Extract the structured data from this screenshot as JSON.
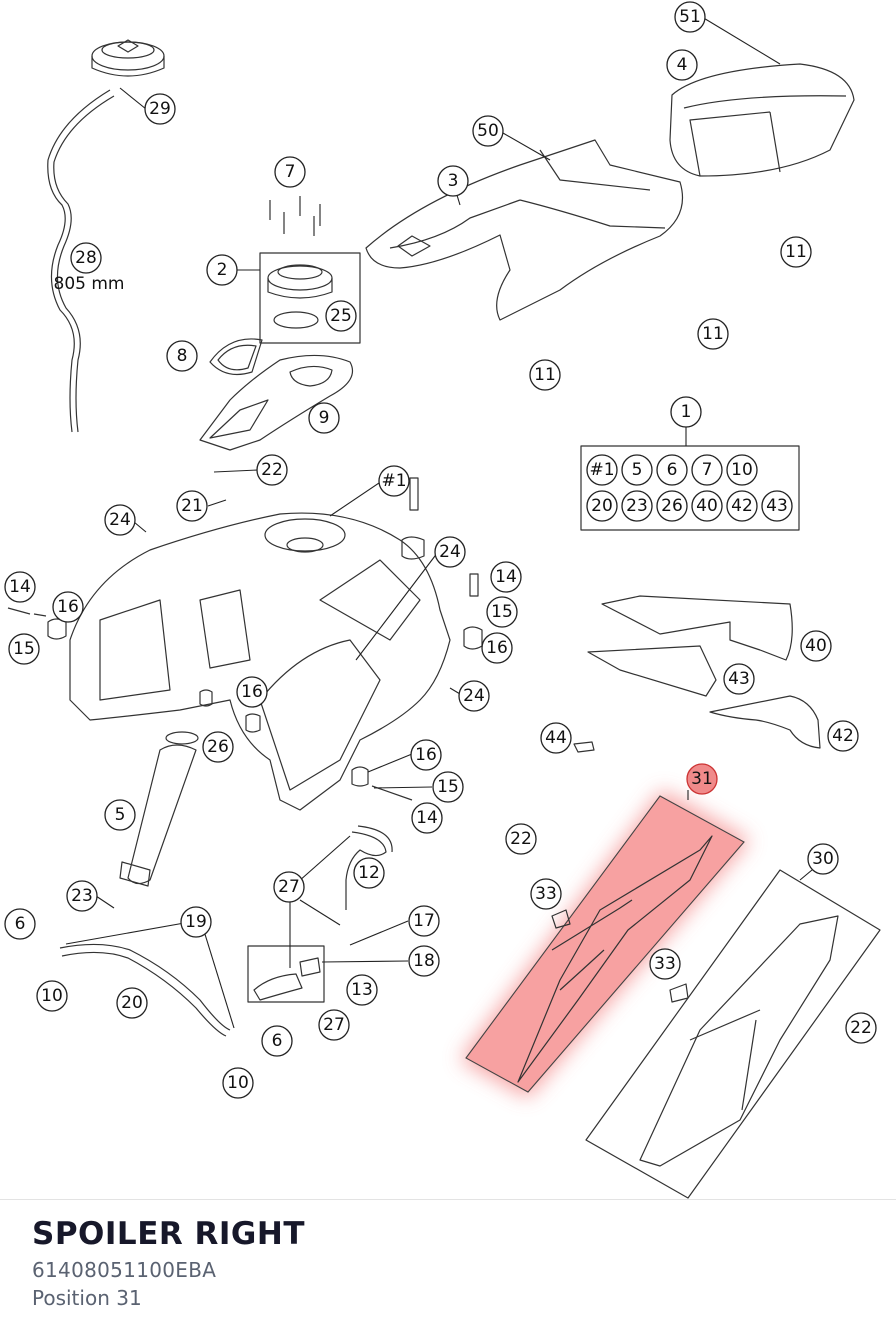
{
  "caption": {
    "title": "SPOILER RIGHT",
    "part_number": "61408051100EBA",
    "position": "Position 31"
  },
  "highlight_color": "#f08a8a",
  "diagram": {
    "hose_length": "805 mm",
    "callouts": [
      "51",
      "4",
      "50",
      "3",
      "11",
      "11",
      "11",
      "29",
      "28",
      "7",
      "2",
      "25",
      "8",
      "9",
      "1",
      "#1",
      "5",
      "6",
      "7",
      "10",
      "20",
      "23",
      "26",
      "40",
      "42",
      "43",
      "22",
      "21",
      "24",
      "#1",
      "14",
      "16",
      "15",
      "24",
      "14",
      "15",
      "16",
      "24",
      "16",
      "16",
      "26",
      "15",
      "14",
      "5",
      "12",
      "27",
      "23",
      "6",
      "19",
      "17",
      "18",
      "13",
      "10",
      "20",
      "27",
      "6",
      "10",
      "40",
      "43",
      "42",
      "44",
      "31",
      "22",
      "33",
      "30",
      "33",
      "22"
    ]
  }
}
